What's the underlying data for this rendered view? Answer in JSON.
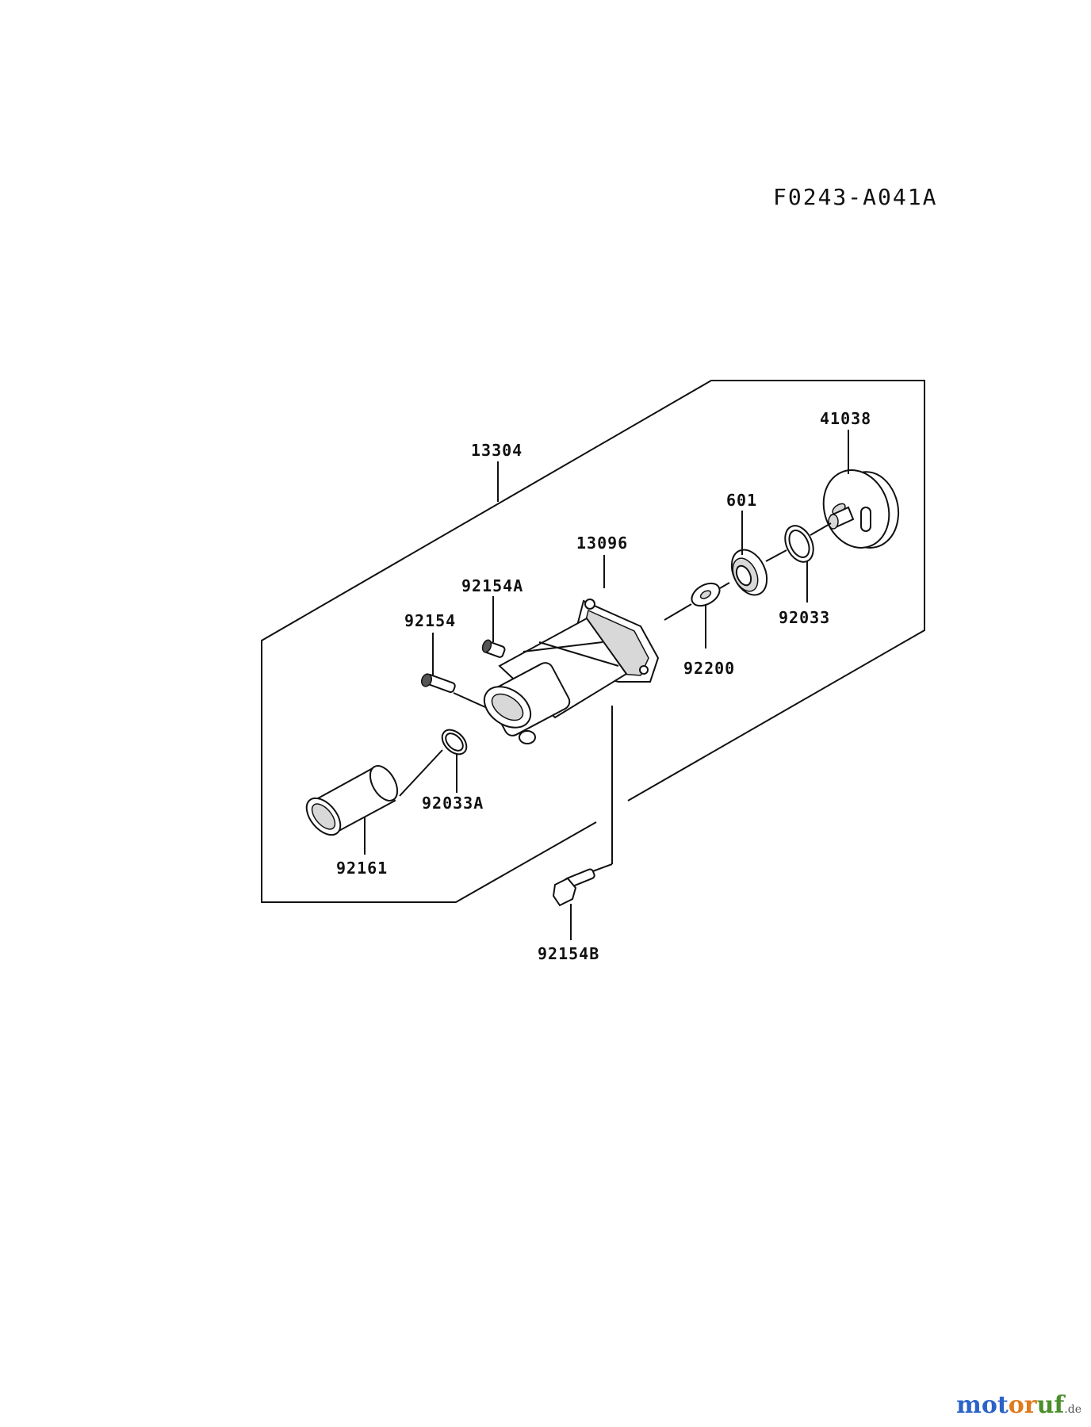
{
  "diagram_code": "F0243-A041A",
  "parts": {
    "p13304": "13304",
    "p41038": "41038",
    "p601": "601",
    "p13096": "13096",
    "p92154A": "92154A",
    "p92154": "92154",
    "p92033": "92033",
    "p92200": "92200",
    "p92033A": "92033A",
    "p92161": "92161",
    "p92154B": "92154B"
  },
  "watermark": {
    "part1": "mot",
    "part2": "or",
    "part3": "uf",
    "tld": ".de"
  }
}
